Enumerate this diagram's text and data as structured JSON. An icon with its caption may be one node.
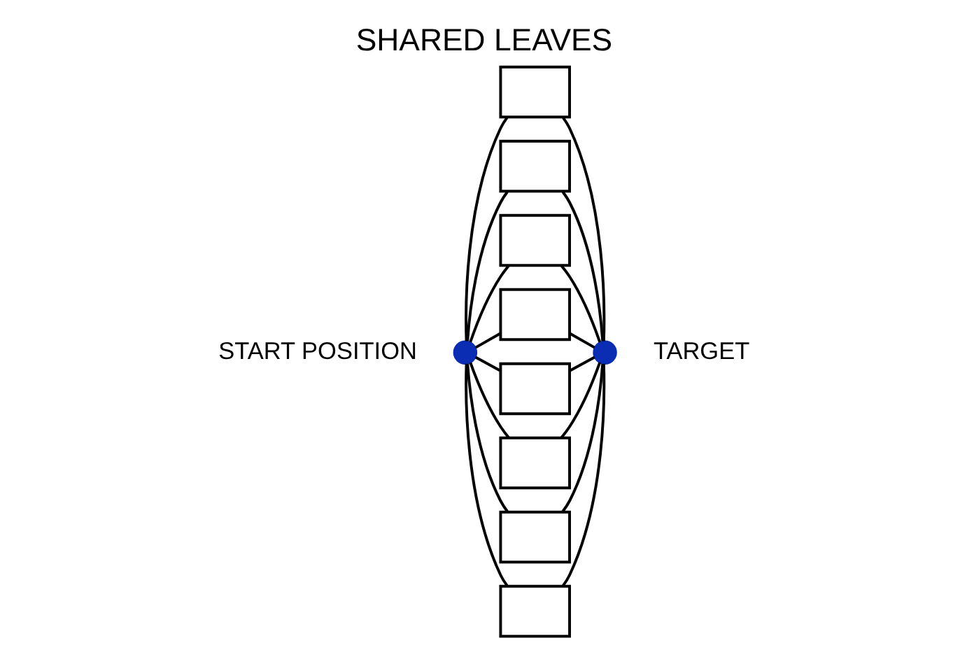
{
  "diagram": {
    "title": "SHARED LEAVES",
    "nodes": [
      {
        "text": [],
        "shape": "circle",
        "beside": [
          "START POSITION"
        ]
      },
      {
        "text": [],
        "shape": "box"
      },
      {
        "text": [],
        "shape": "box"
      },
      {
        "text": [],
        "shape": "box"
      },
      {
        "text": [],
        "shape": "box"
      },
      {
        "text": [],
        "shape": "box"
      },
      {
        "text": [],
        "shape": "box"
      },
      {
        "text": [],
        "shape": "box"
      },
      {
        "text": [],
        "shape": "box"
      },
      {
        "text": [],
        "shape": "circle",
        "beside": [
          "TARGET"
        ]
      }
    ],
    "edges": [
      {
        "from": 0,
        "to": 1,
        "arrow": "none"
      },
      {
        "from": 0,
        "to": 2,
        "arrow": "none"
      },
      {
        "from": 0,
        "to": 3,
        "arrow": "none"
      },
      {
        "from": 0,
        "to": 4,
        "arrow": "none"
      },
      {
        "from": 0,
        "to": 5,
        "arrow": "none"
      },
      {
        "from": 0,
        "to": 6,
        "arrow": "none"
      },
      {
        "from": 0,
        "to": 7,
        "arrow": "none"
      },
      {
        "from": 0,
        "to": 8,
        "arrow": "none"
      },
      {
        "from": 1,
        "to": 9,
        "arrow": "none"
      },
      {
        "from": 2,
        "to": 9,
        "arrow": "none"
      },
      {
        "from": 3,
        "to": 9,
        "arrow": "none"
      },
      {
        "from": 4,
        "to": 9,
        "arrow": "none"
      },
      {
        "from": 5,
        "to": 9,
        "arrow": "none"
      },
      {
        "from": 6,
        "to": 9,
        "arrow": "none"
      },
      {
        "from": 7,
        "to": 9,
        "arrow": "none"
      },
      {
        "from": 8,
        "to": 9,
        "arrow": "none"
      }
    ]
  }
}
